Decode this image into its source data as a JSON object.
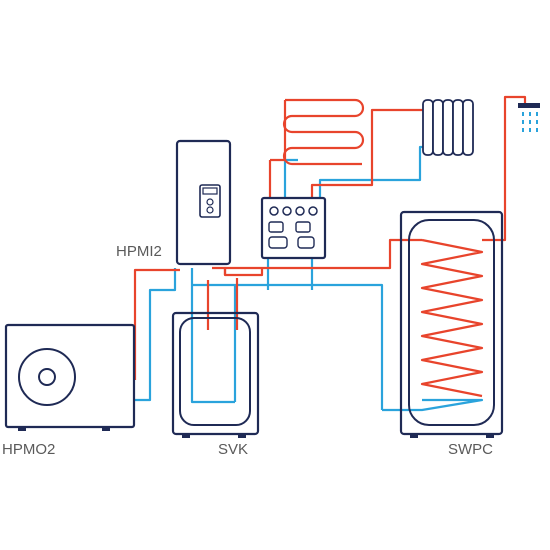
{
  "labels": {
    "hpmi2": "HPMI2",
    "hpmo2": "HPMO2",
    "svk": "SVK",
    "swpc": "SWPC"
  },
  "colors": {
    "outline": "#1f2a55",
    "hot_pipe": "#e8442c",
    "cold_pipe": "#2aa3dc",
    "label_text": "#5a5a5a",
    "background": "#ffffff"
  },
  "icons": [
    "heat-pump-outdoor-unit",
    "fan-icon",
    "indoor-module",
    "control-panel-icon",
    "mixing-station",
    "underfloor-heating-coil",
    "radiator-icon",
    "shower-icon",
    "buffer-tank",
    "hot-water-cylinder"
  ]
}
